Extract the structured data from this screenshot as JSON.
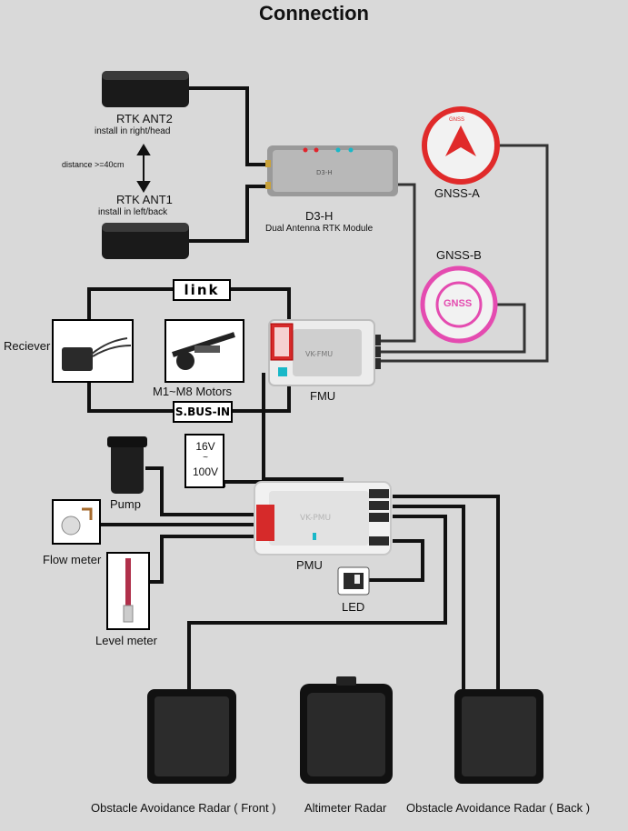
{
  "title": "Connection",
  "rtk": {
    "ant2_name": "RTK ANT2",
    "ant2_sub": "install in right/head",
    "ant1_name": "RTK ANT1",
    "ant1_sub": "install in left/back",
    "distance": "distance >=40cm"
  },
  "d3h": {
    "name": "D3-H",
    "desc": "Dual Antenna RTK Module",
    "device_text": "D3-H"
  },
  "gnss_a": {
    "name": "GNSS-A",
    "dome_text": "GNSS"
  },
  "gnss_b": {
    "name": "GNSS-B",
    "dome_text": "GNSS"
  },
  "link_label": "link",
  "sbus_label": "S.BUS-IN",
  "receiver_label": "Reciever",
  "motors_label": "M1~M8 Motors",
  "fmu": {
    "name": "FMU",
    "device_text": "VK-FMU"
  },
  "voltage": {
    "line1": "16V",
    "line2": "~",
    "line3": "100V"
  },
  "pmu": {
    "name": "PMU",
    "device_text": "VK-PMU"
  },
  "pump_label": "Pump",
  "flow_label": "Flow meter",
  "level_label": "Level meter",
  "led_label": "LED",
  "radar_front_label": "Obstacle Avoidance Radar ( Front )",
  "altimeter_label": "Altimeter Radar",
  "radar_back_label": "Obstacle Avoidance Radar ( Back )"
}
